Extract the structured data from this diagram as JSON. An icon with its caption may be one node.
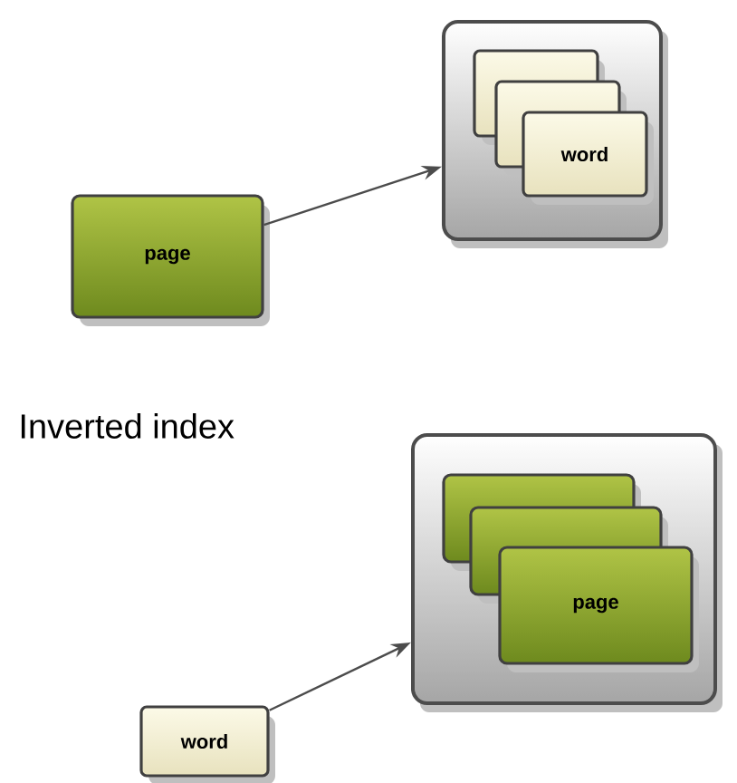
{
  "diagram": {
    "nodes": [
      {
        "text": [
          "page"
        ]
      },
      {
        "text": [],
        "shape": "box"
      },
      {
        "text": [],
        "shape": "box",
        "in": 1
      },
      {
        "text": [],
        "shape": "box",
        "in": 1
      },
      {
        "text": [
          "word"
        ],
        "in": 1
      },
      {
        "text": [
          "word"
        ]
      },
      {
        "text": [],
        "shape": "box"
      },
      {
        "text": [],
        "shape": "box",
        "in": 6
      },
      {
        "text": [],
        "shape": "box",
        "in": 6
      },
      {
        "text": [
          "page"
        ],
        "in": 6
      }
    ],
    "edges": [
      {
        "from": 0,
        "to": 1,
        "arrow": "to"
      },
      {
        "from": 5,
        "to": 6,
        "arrow": "to"
      }
    ],
    "labels": [
      "Inverted index"
    ]
  }
}
